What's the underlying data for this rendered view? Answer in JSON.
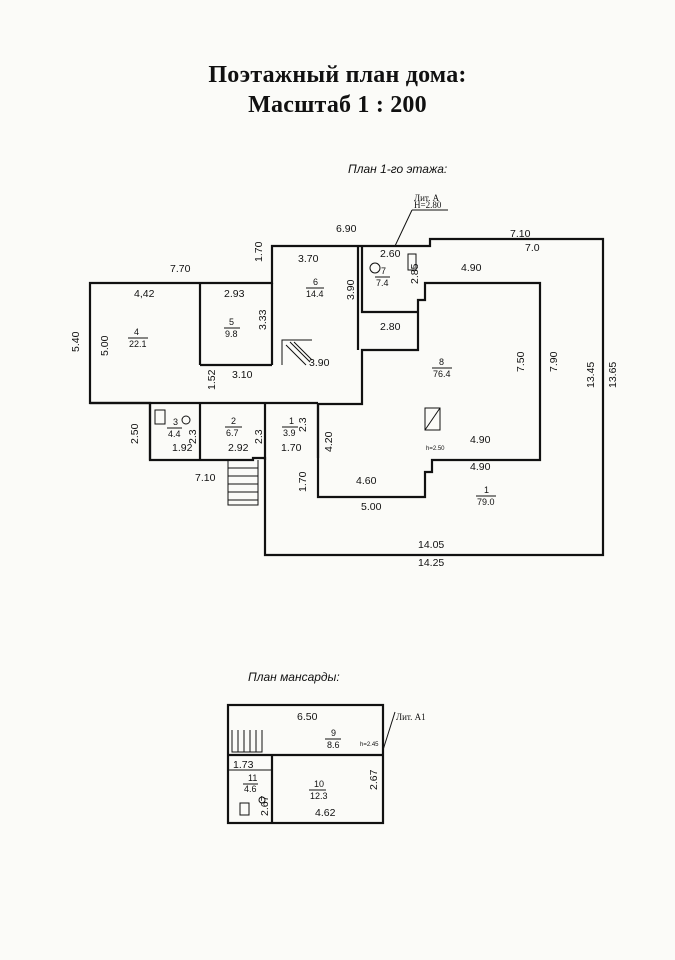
{
  "header": {
    "title": "Поэтажный план дома:",
    "scale": "Масштаб 1 : 200"
  },
  "floor1": {
    "label": "План 1-го этажа:",
    "lit": "Лит. А",
    "height": "H=2.80",
    "dims": {
      "d690": "6.90",
      "d710": "7.10",
      "d70": "7.0",
      "d170a": "1.70",
      "d770": "7.70",
      "d370": "3.70",
      "d260": "2.60",
      "d285": "2.85",
      "d490a": "4.90",
      "d442": "4,42",
      "d293": "2.93",
      "d390a": "3.90",
      "d333": "3.33",
      "d280": "2.80",
      "d540": "5.40",
      "d500a": "5.00",
      "d390b": "3.90",
      "d750": "7.50",
      "d790": "7.90",
      "d1345": "13.45",
      "d1365": "13.65",
      "d152": "1.52",
      "d310": "3.10",
      "d250": "2.50",
      "d23a": "2.3",
      "d192": "1.92",
      "d292": "2.92",
      "d23b": "2.3",
      "d170b": "1.70",
      "d23c": "2.3",
      "d420": "4.20",
      "d490b": "4.90",
      "d490c": "4.90",
      "d710b": "7.10",
      "d170c": "1.70",
      "d460": "4.60",
      "d500b": "5.00",
      "d1405": "14.05",
      "d1425": "14.25",
      "h250": "h=2.50"
    },
    "rooms": [
      {
        "num": "4",
        "area": "22.1"
      },
      {
        "num": "5",
        "area": "9.8"
      },
      {
        "num": "6",
        "area": "14.4"
      },
      {
        "num": "7",
        "area": "7.4"
      },
      {
        "num": "8",
        "area": "76.4"
      },
      {
        "num": "3",
        "area": "4.4"
      },
      {
        "num": "2",
        "area": "6.7"
      },
      {
        "num": "1",
        "area": "3.9"
      },
      {
        "num": "1",
        "area": "79.0"
      }
    ]
  },
  "attic": {
    "label": "План мансарды:",
    "lit": "Лит. А1",
    "height": "h=2.45",
    "dims": {
      "d650": "6.50",
      "d173": "1.73",
      "d267a": "2.67",
      "d462": "4.62",
      "d267b": "2.67"
    },
    "rooms": [
      {
        "num": "9",
        "area": "8.6"
      },
      {
        "num": "11",
        "area": "4.6"
      },
      {
        "num": "10",
        "area": "12.3"
      }
    ]
  }
}
